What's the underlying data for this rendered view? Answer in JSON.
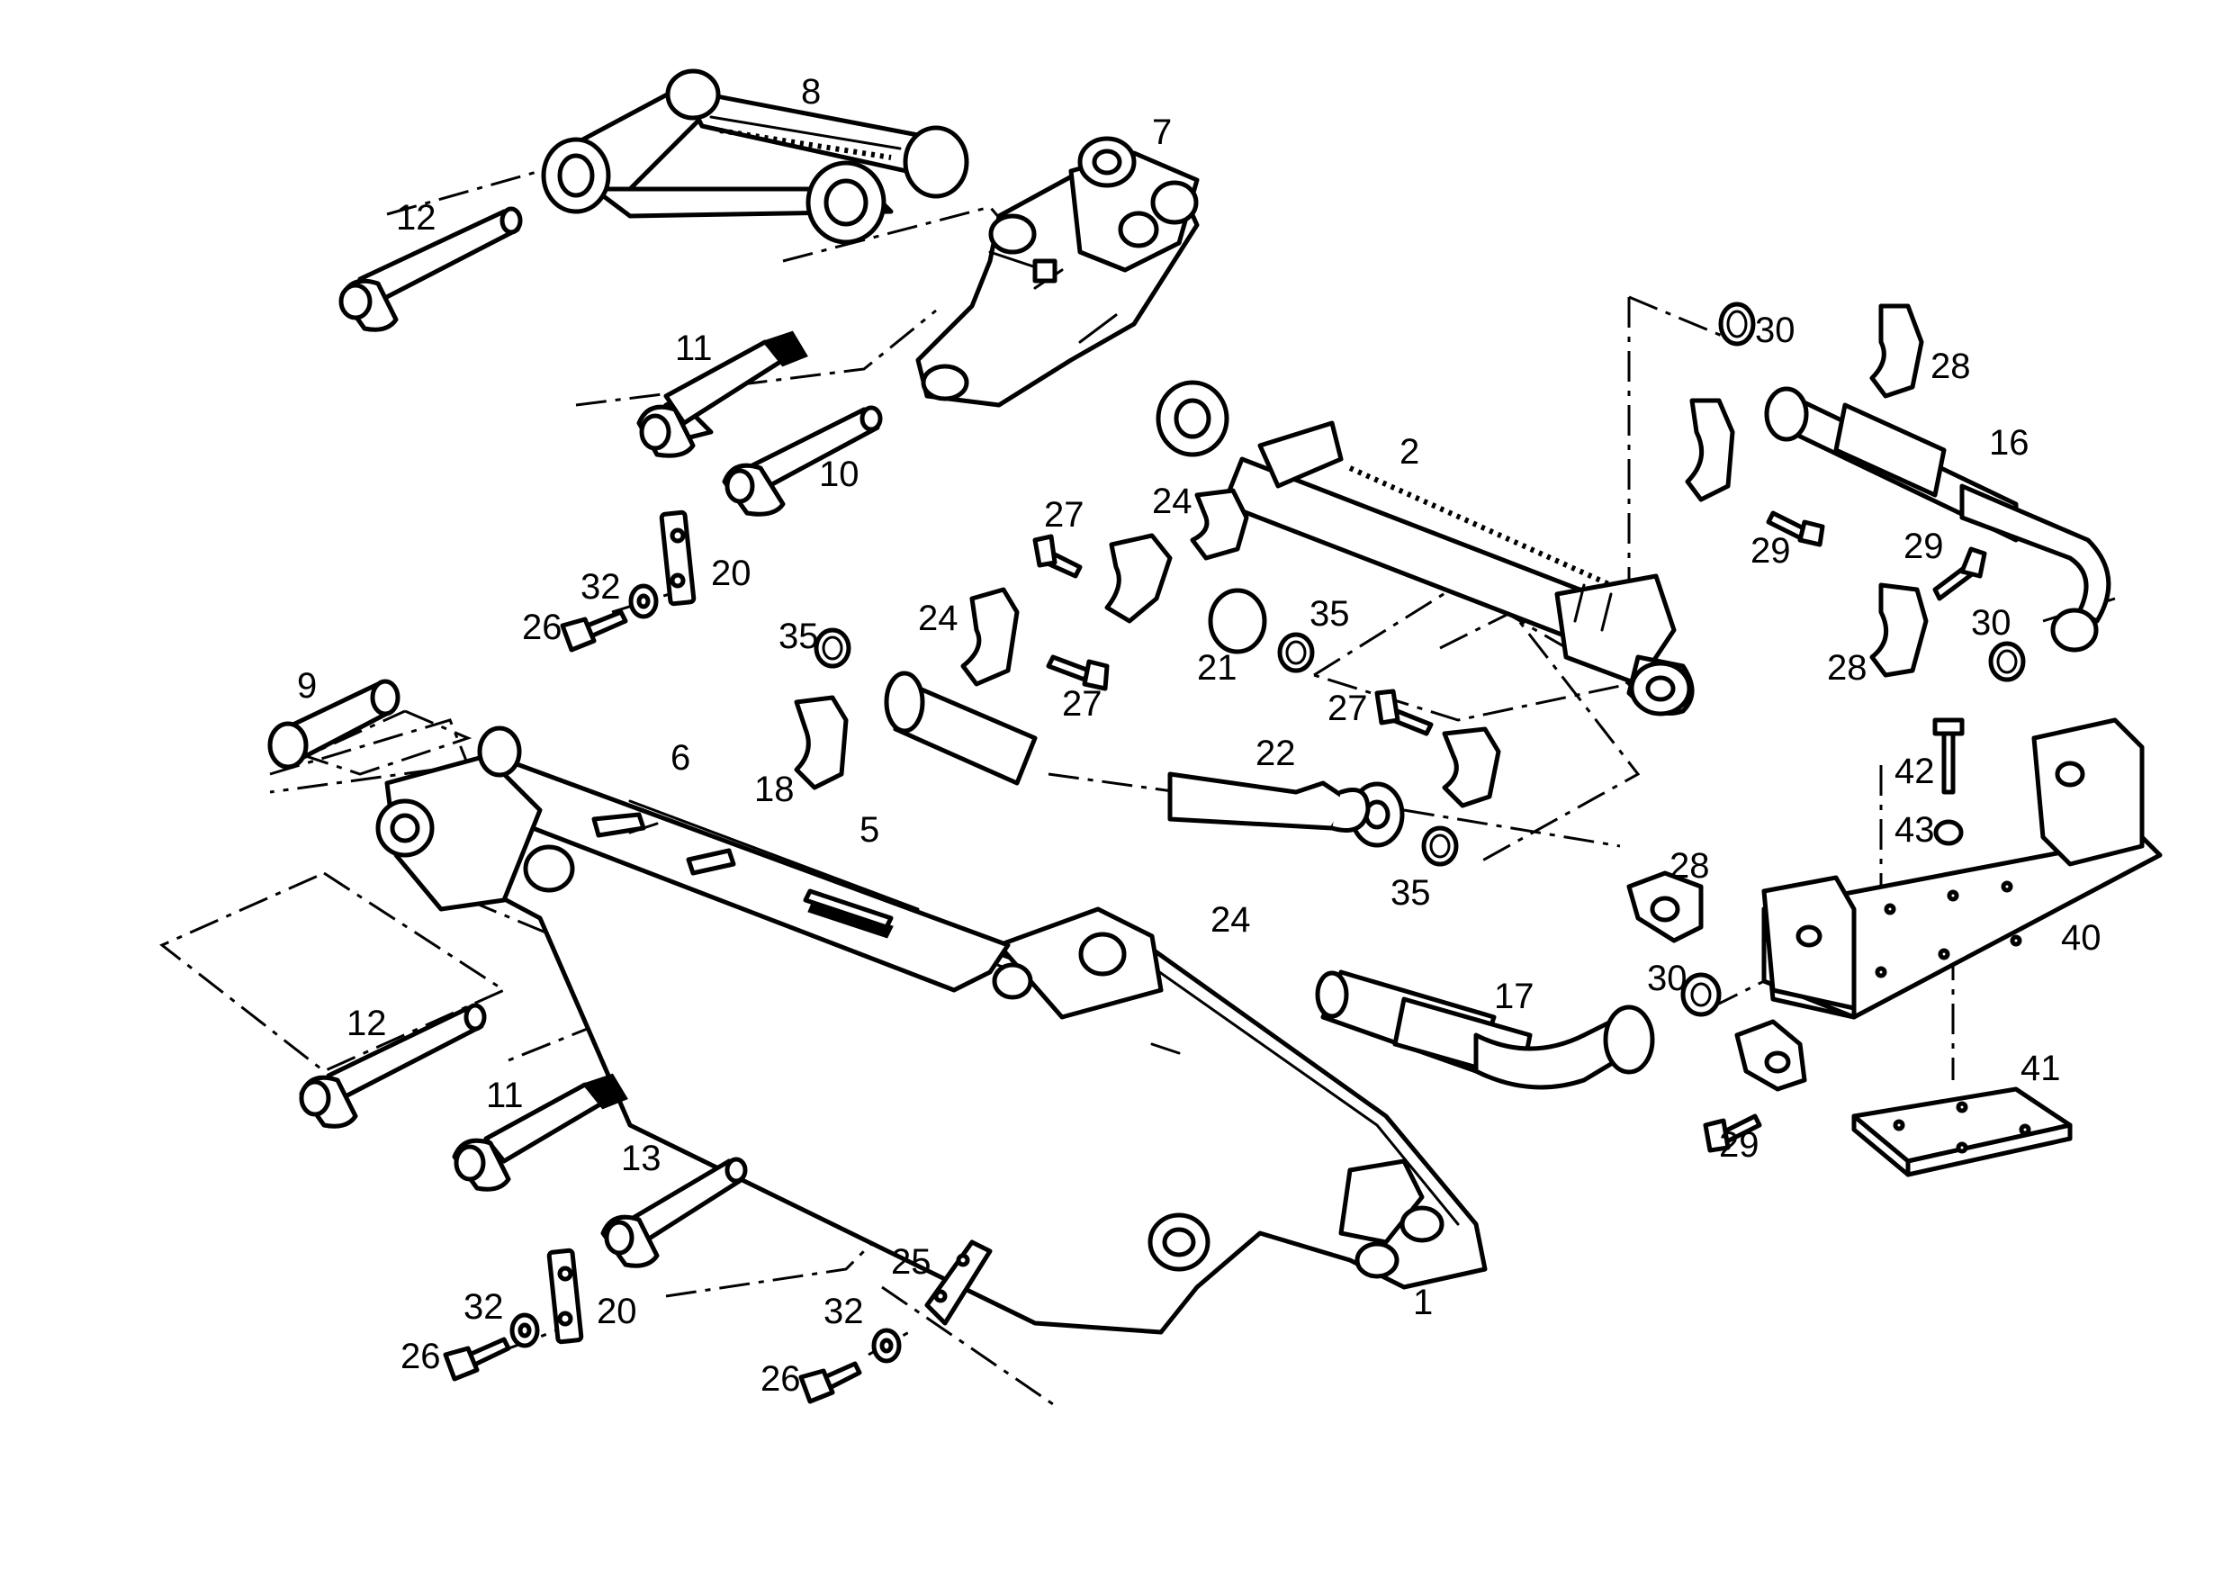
{
  "callouts": {
    "c1": "1",
    "c2": "2",
    "c5": "5",
    "c6": "6",
    "c7": "7",
    "c8": "8",
    "c9": "9",
    "c10": "10",
    "c11a": "11",
    "c11b": "11",
    "c12a": "12",
    "c12b": "12",
    "c13": "13",
    "c16": "16",
    "c17": "17",
    "c18": "18",
    "c20a": "20",
    "c20b": "20",
    "c21": "21",
    "c22": "22",
    "c24a": "24",
    "c24b": "24",
    "c24c": "24",
    "c25": "25",
    "c26a": "26",
    "c26b": "26",
    "c26c": "26",
    "c27a": "27",
    "c27b": "27",
    "c27c": "27",
    "c28a": "28",
    "c28b": "28",
    "c28c": "28",
    "c29a": "29",
    "c29b": "29",
    "c29c": "29",
    "c30a": "30",
    "c30b": "30",
    "c30c": "30",
    "c32a": "32",
    "c32b": "32",
    "c32c": "32",
    "c35a": "35",
    "c35b": "35",
    "c35c": "35",
    "c40": "40",
    "c41": "41",
    "c42": "42",
    "c43": "43"
  }
}
